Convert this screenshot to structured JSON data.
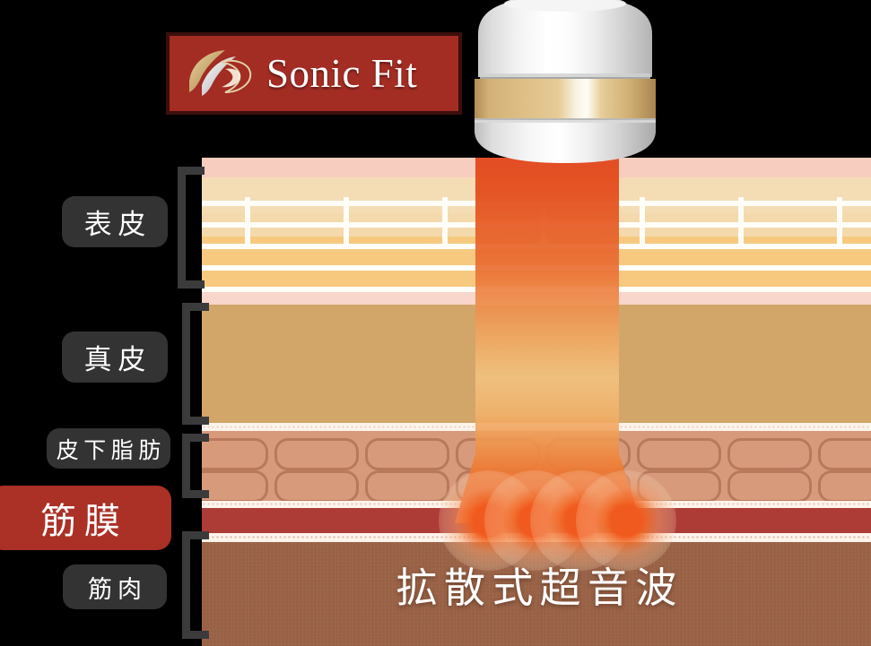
{
  "logo": {
    "wordmark": "Sonic Fit",
    "mark_icon": "swirl-flame-icon",
    "bg_color": "#a32c23",
    "border_color": "#3b0f0c",
    "text_color": "#ffffff"
  },
  "device": {
    "name": "ultrasound-applicator-head",
    "body_color": "#f2f2f2",
    "band_color": "#d9b87e"
  },
  "beam": {
    "name": "diffused-ultrasound-beam",
    "top_color": "#e2491f",
    "mid_color": "#f2c27a",
    "bottom_color": "#ec5a22"
  },
  "caption": {
    "text": "拡散式超音波",
    "color": "#ffffff"
  },
  "layers": [
    {
      "id": "epidermis",
      "label": "表皮",
      "color": "#f6c97f",
      "highlight": false
    },
    {
      "id": "dermis",
      "label": "真皮",
      "color": "#d2a568",
      "highlight": false
    },
    {
      "id": "subcutaneous",
      "label": "皮下脂肪",
      "color": "#d79b7c",
      "highlight": false
    },
    {
      "id": "fascia",
      "label": "筋膜",
      "color": "#ad3b36",
      "highlight": true
    },
    {
      "id": "muscle",
      "label": "筋肉",
      "color": "#9a6246",
      "highlight": false
    }
  ],
  "pill_colors": {
    "normal_bg": "#333333",
    "highlight_bg": "#ab3026",
    "text": "#ffffff"
  },
  "bracket_color": "#3b3b3b",
  "focus_points": {
    "name": "ultrasound-focus-dots",
    "count": 4,
    "color": "#f15a1e",
    "target_layer": "fascia"
  },
  "background_color": "#000000"
}
